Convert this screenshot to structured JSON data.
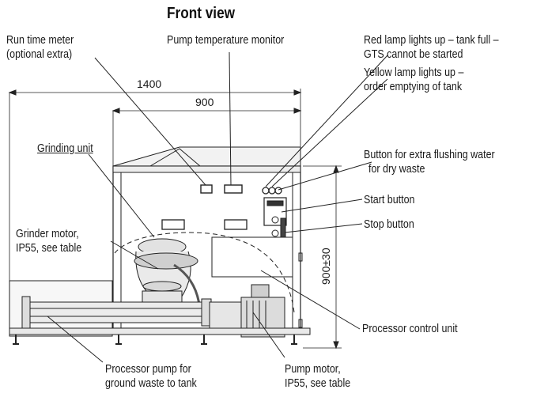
{
  "title": "Front view",
  "labels": {
    "run_time_meter_1": "Run time meter",
    "run_time_meter_2": "(optional extra)",
    "pump_temp": "Pump temperature monitor",
    "red_lamp_1": "Red lamp lights up – tank full –",
    "red_lamp_2": "GTS cannot be started",
    "yellow_lamp_1": "Yellow lamp lights up –",
    "yellow_lamp_2": "order emptying of tank",
    "grinding_unit": "Grinding unit",
    "flush_button_1": "Button for extra flushing water",
    "flush_button_2": "for dry waste",
    "start_button": "Start button",
    "stop_button": "Stop button",
    "grinder_motor_1": "Grinder motor,",
    "grinder_motor_2": "IP55, see table",
    "processor_control": "Processor control unit",
    "processor_pump_1": "Processor pump for",
    "processor_pump_2": "ground waste to tank",
    "pump_motor_1": "Pump motor,",
    "pump_motor_2": "IP55, see table"
  },
  "dimensions": {
    "overall_width": "1400",
    "cabinet_width": "900",
    "height": "900±30"
  }
}
